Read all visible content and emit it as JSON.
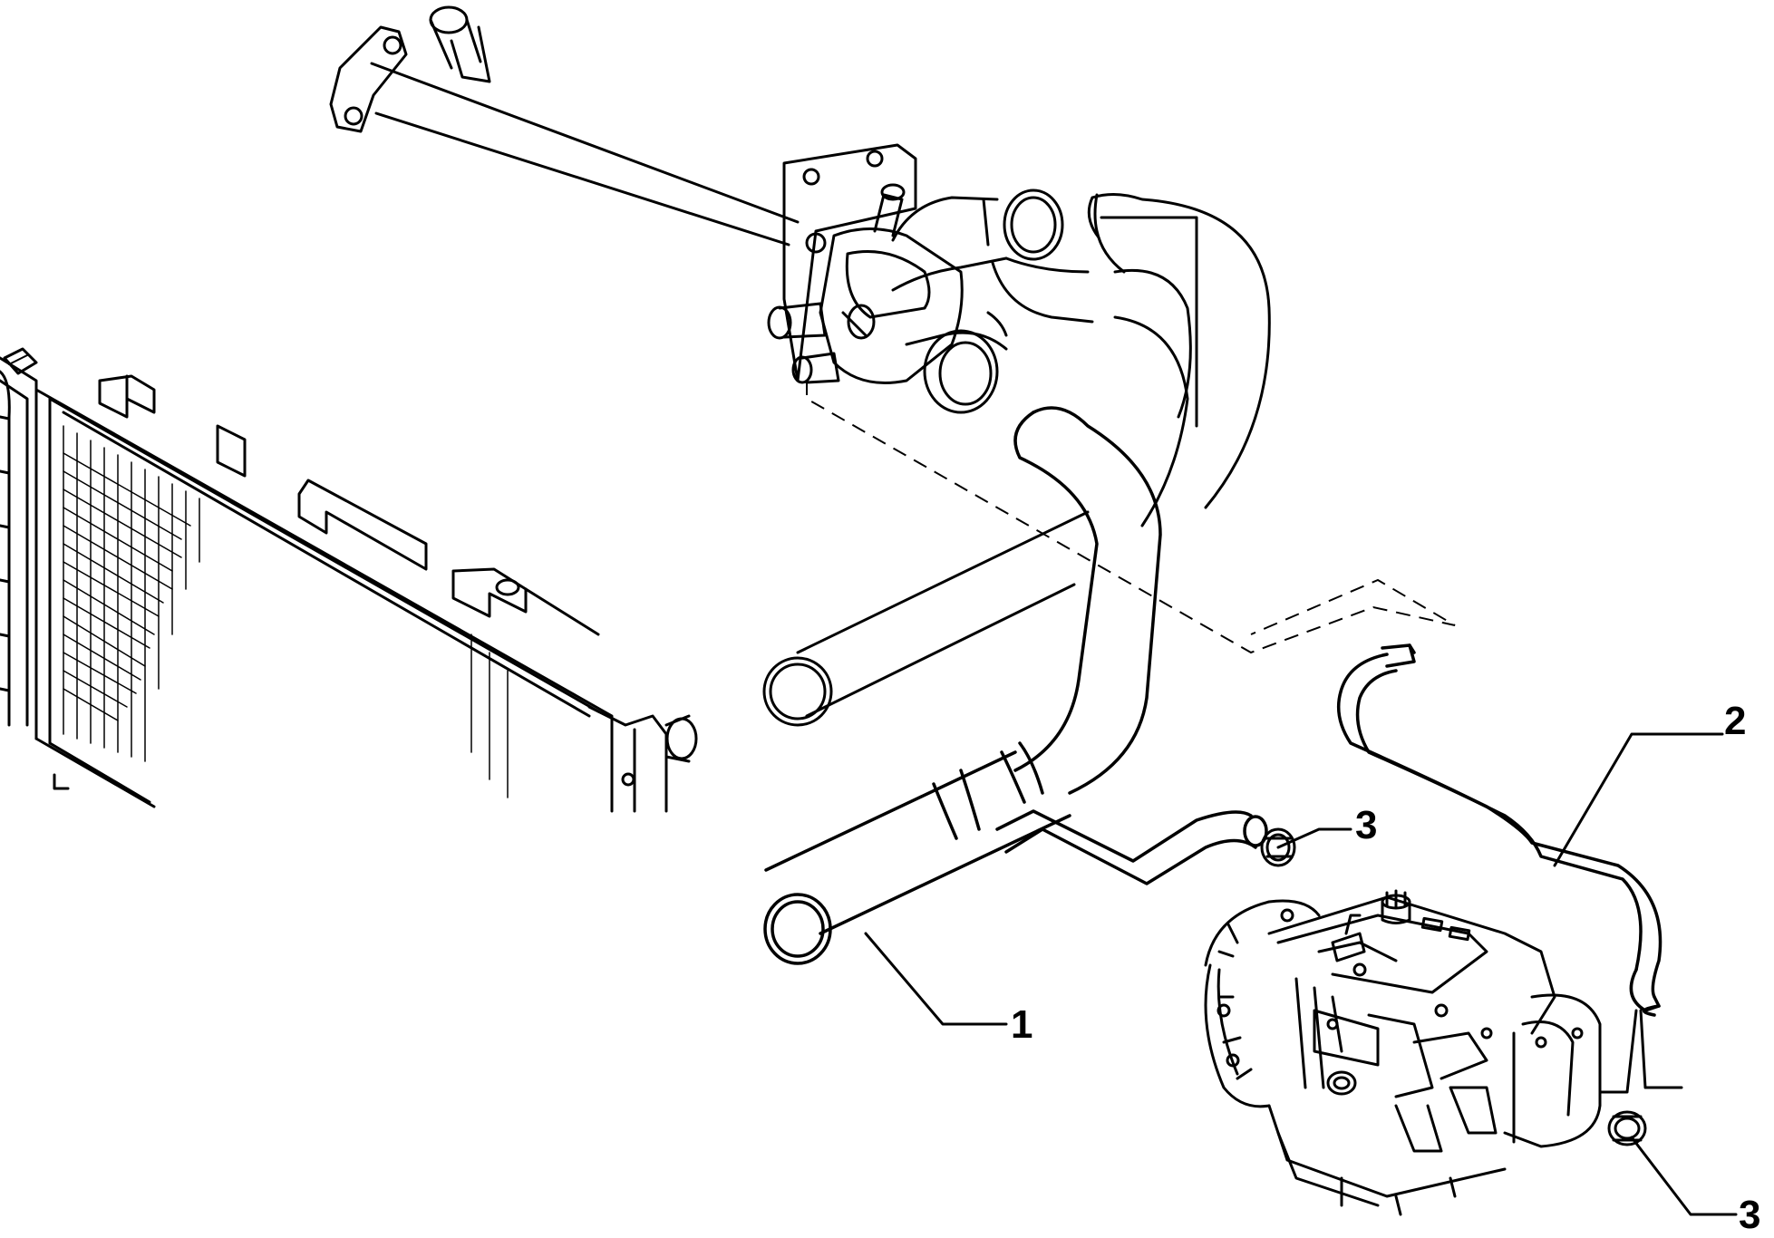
{
  "diagram": {
    "callouts": [
      {
        "id": "callout-1",
        "text": "1"
      },
      {
        "id": "callout-2",
        "text": "2"
      },
      {
        "id": "callout-3-upper",
        "text": "3"
      },
      {
        "id": "callout-3-lower",
        "text": "3"
      }
    ]
  }
}
